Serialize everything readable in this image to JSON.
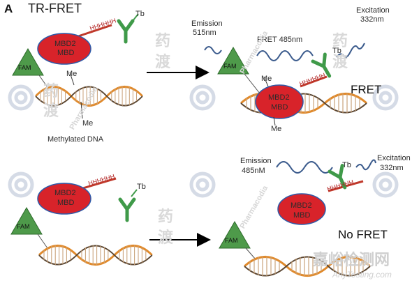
{
  "panel_label": "A",
  "title": "TR-FRET",
  "top_left": {
    "donor_label": "Tb",
    "protein_line1": "MBD2",
    "protein_line2": "MBD",
    "his_tag": "HHHHHH",
    "acceptor_label": "FAM",
    "methyl_top": "Me",
    "methyl_bottom": "Me",
    "dna_caption": "Methylated DNA"
  },
  "top_right": {
    "emission_line1": "Emission",
    "emission_line2": "515nm",
    "fret_wave_label": "FRET 485nm",
    "excitation_line1": "Excitation",
    "excitation_line2": "332nm",
    "donor_label": "Tb",
    "protein_line1": "MBD2",
    "protein_line2": "MBD",
    "his_tag": "HHHHHH",
    "acceptor_label": "FAM",
    "methyl_top": "Me",
    "methyl_bottom": "Me",
    "result": "FRET"
  },
  "bottom_left": {
    "donor_label": "Tb",
    "protein_line1": "MBD2",
    "protein_line2": "MBD",
    "his_tag": "HHHHHH",
    "acceptor_label": "FAM"
  },
  "bottom_right": {
    "emission_line1": "Emission",
    "emission_line2": "485nM",
    "excitation_line1": "Excitation",
    "excitation_line2": "332nm",
    "donor_label": "Tb",
    "protein_line1": "MBD2",
    "protein_line2": "MBD",
    "his_tag": "HHHHHH",
    "acceptor_label": "FAM",
    "result": "No FRET"
  },
  "watermark": {
    "cn_char_1": "药",
    "cn_char_2": "渡",
    "en": "Pharmacodia",
    "site_cn": "嘉峪检测网",
    "site_en": "AnyTesting.com"
  },
  "colors": {
    "protein_fill": "#d8232a",
    "protein_edge": "#2f5aa8",
    "fam_fill": "#4e9a4a",
    "antibody": "#3f9a49",
    "tag_line": "#c0392b",
    "wave": "#3a5a8c",
    "dna_orange": "#e08a2c",
    "dna_dark": "#4a3a2a",
    "arrow": "#000000",
    "watermark": "#dcdcdc"
  }
}
